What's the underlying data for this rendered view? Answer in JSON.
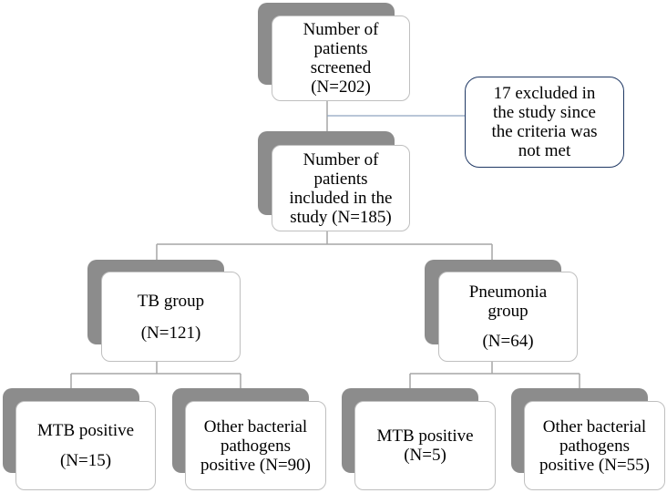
{
  "screened": {
    "lines": [
      "Number of",
      "patients",
      "screened",
      "(N=202)"
    ]
  },
  "excluded": {
    "lines": [
      "17 excluded in",
      "the study  since",
      "the criteria was",
      "not met"
    ]
  },
  "included": {
    "lines": [
      "Number of",
      "patients",
      "included in the",
      "study  (N=185)"
    ]
  },
  "tb_group": {
    "lines": [
      "TB group",
      "",
      "(N=121)"
    ]
  },
  "pneumonia_group": {
    "lines": [
      "Pneumonia",
      "group",
      "",
      "(N=64)"
    ]
  },
  "tb_mtb_positive": {
    "lines": [
      "MTB positive",
      "",
      "(N=15)"
    ]
  },
  "tb_other_bacterial": {
    "lines": [
      "Other bacterial",
      "pathogens",
      "positive  (N=90)"
    ]
  },
  "pneumonia_mtb_positive": {
    "lines": [
      "MTB positive",
      "(N=5)"
    ]
  },
  "pneumonia_other_bacterial": {
    "lines": [
      "Other bacterial",
      "pathogens",
      "positive  (N=55)"
    ]
  },
  "colors": {
    "shadow": "#8c8c8c",
    "box_border": "#bfbfbf",
    "note_border": "#1f3864",
    "connector": "#a6a6a6",
    "note_connector": "#8fa5c0"
  }
}
